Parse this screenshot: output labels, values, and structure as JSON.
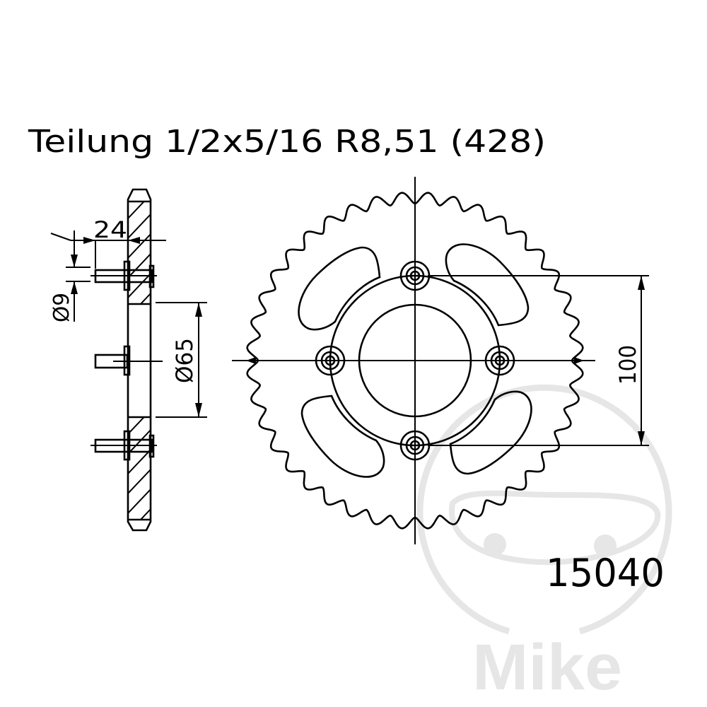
{
  "title": "Teilung 1/2x5/16 R8,51 (428)",
  "part_number": "15040",
  "dimensions": {
    "width": "24",
    "bolt_hole": "Ø9",
    "center_bore": "Ø65",
    "bolt_spacing": "100"
  },
  "sprocket": {
    "teeth": 40,
    "bolt_holes": 4,
    "cutouts": 4
  },
  "watermark": "Mike",
  "colors": {
    "line": "#000000",
    "watermark": "#e6e6e6"
  }
}
